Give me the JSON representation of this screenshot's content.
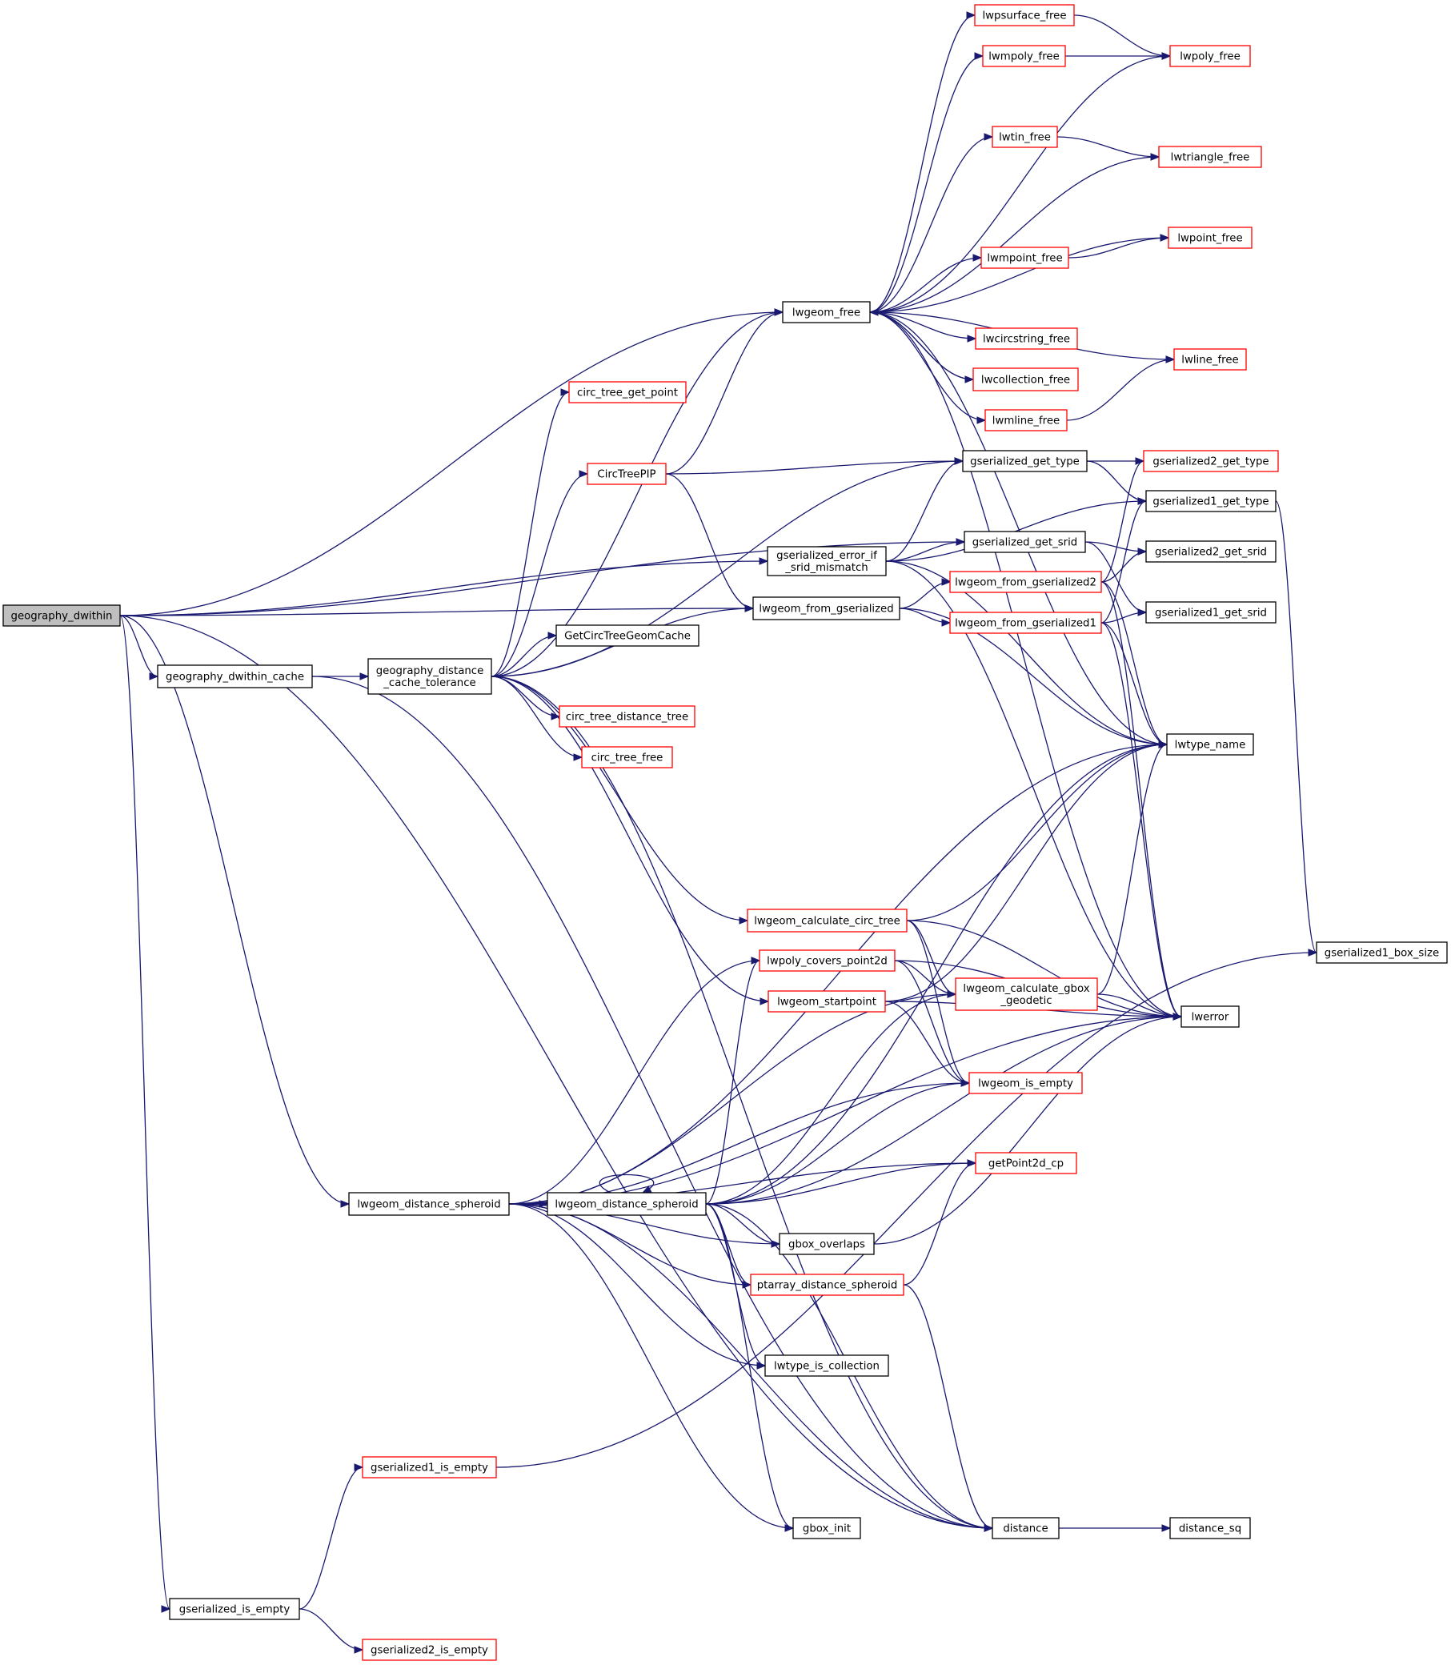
{
  "colors": {
    "edge": "#191970",
    "border_default": "#000000",
    "border_red": "#ff0000",
    "fill_default": "#ffffff",
    "fill_root": "#bfbfbf",
    "text": "#000000"
  },
  "nodes": [
    {
      "id": "geography_dwithin",
      "lines": [
        "geography_dwithin"
      ],
      "style": "root"
    },
    {
      "id": "geography_dwithin_cache",
      "lines": [
        "geography_dwithin_cache"
      ],
      "style": "black"
    },
    {
      "id": "geography_distance_cache_tolerance",
      "lines": [
        "geography_distance",
        "_cache_tolerance"
      ],
      "style": "black"
    },
    {
      "id": "lwgeom_distance_spheroid_1",
      "lines": [
        "lwgeom_distance_spheroid"
      ],
      "style": "black"
    },
    {
      "id": "gserialized_is_empty",
      "lines": [
        "gserialized_is_empty"
      ],
      "style": "black"
    },
    {
      "id": "gserialized1_is_empty",
      "lines": [
        "gserialized1_is_empty"
      ],
      "style": "red"
    },
    {
      "id": "gserialized2_is_empty",
      "lines": [
        "gserialized2_is_empty"
      ],
      "style": "red"
    },
    {
      "id": "circ_tree_get_point",
      "lines": [
        "circ_tree_get_point"
      ],
      "style": "red"
    },
    {
      "id": "CircTreePIP",
      "lines": [
        "CircTreePIP"
      ],
      "style": "red"
    },
    {
      "id": "GetCircTreeGeomCache",
      "lines": [
        "GetCircTreeGeomCache"
      ],
      "style": "black"
    },
    {
      "id": "circ_tree_distance_tree",
      "lines": [
        "circ_tree_distance_tree"
      ],
      "style": "red"
    },
    {
      "id": "circ_tree_free",
      "lines": [
        "circ_tree_free"
      ],
      "style": "red"
    },
    {
      "id": "lwgeom_distance_spheroid_2",
      "lines": [
        "lwgeom_distance_spheroid"
      ],
      "style": "black"
    },
    {
      "id": "lwgeom_free",
      "lines": [
        "lwgeom_free"
      ],
      "style": "black"
    },
    {
      "id": "gserialized_error_if_srid_mismatch",
      "lines": [
        "gserialized_error_if",
        "_srid_mismatch"
      ],
      "style": "black"
    },
    {
      "id": "lwgeom_from_gserialized",
      "lines": [
        "lwgeom_from_gserialized"
      ],
      "style": "black"
    },
    {
      "id": "lwgeom_calculate_circ_tree",
      "lines": [
        "lwgeom_calculate_circ_tree"
      ],
      "style": "red"
    },
    {
      "id": "lwpoly_covers_point2d",
      "lines": [
        "lwpoly_covers_point2d"
      ],
      "style": "red"
    },
    {
      "id": "lwgeom_startpoint",
      "lines": [
        "lwgeom_startpoint"
      ],
      "style": "red"
    },
    {
      "id": "gbox_overlaps",
      "lines": [
        "gbox_overlaps"
      ],
      "style": "black"
    },
    {
      "id": "ptarray_distance_spheroid",
      "lines": [
        "ptarray_distance_spheroid"
      ],
      "style": "red"
    },
    {
      "id": "lwtype_is_collection",
      "lines": [
        "lwtype_is_collection"
      ],
      "style": "black"
    },
    {
      "id": "gbox_init",
      "lines": [
        "gbox_init"
      ],
      "style": "black"
    },
    {
      "id": "lwpsurface_free",
      "lines": [
        "lwpsurface_free"
      ],
      "style": "red"
    },
    {
      "id": "lwmpoly_free",
      "lines": [
        "lwmpoly_free"
      ],
      "style": "red"
    },
    {
      "id": "lwtin_free",
      "lines": [
        "lwtin_free"
      ],
      "style": "red"
    },
    {
      "id": "lwmpoint_free",
      "lines": [
        "lwmpoint_free"
      ],
      "style": "red"
    },
    {
      "id": "lwcircstring_free",
      "lines": [
        "lwcircstring_free"
      ],
      "style": "red"
    },
    {
      "id": "lwcollection_free",
      "lines": [
        "lwcollection_free"
      ],
      "style": "red"
    },
    {
      "id": "lwmline_free",
      "lines": [
        "lwmline_free"
      ],
      "style": "red"
    },
    {
      "id": "gserialized_get_type",
      "lines": [
        "gserialized_get_type"
      ],
      "style": "black"
    },
    {
      "id": "gserialized_get_srid",
      "lines": [
        "gserialized_get_srid"
      ],
      "style": "black"
    },
    {
      "id": "lwgeom_from_gserialized2",
      "lines": [
        "lwgeom_from_gserialized2"
      ],
      "style": "red"
    },
    {
      "id": "lwgeom_from_gserialized1",
      "lines": [
        "lwgeom_from_gserialized1"
      ],
      "style": "red"
    },
    {
      "id": "lwgeom_calculate_gbox_geodetic",
      "lines": [
        "lwgeom_calculate_gbox",
        "_geodetic"
      ],
      "style": "red"
    },
    {
      "id": "lwgeom_is_empty",
      "lines": [
        "lwgeom_is_empty"
      ],
      "style": "red"
    },
    {
      "id": "getPoint2d_cp",
      "lines": [
        "getPoint2d_cp"
      ],
      "style": "red"
    },
    {
      "id": "distance",
      "lines": [
        "distance"
      ],
      "style": "black"
    },
    {
      "id": "lwpoly_free",
      "lines": [
        "lwpoly_free"
      ],
      "style": "red"
    },
    {
      "id": "lwtriangle_free",
      "lines": [
        "lwtriangle_free"
      ],
      "style": "red"
    },
    {
      "id": "lwpoint_free",
      "lines": [
        "lwpoint_free"
      ],
      "style": "red"
    },
    {
      "id": "lwline_free",
      "lines": [
        "lwline_free"
      ],
      "style": "red"
    },
    {
      "id": "gserialized2_get_type",
      "lines": [
        "gserialized2_get_type"
      ],
      "style": "red"
    },
    {
      "id": "gserialized1_get_type",
      "lines": [
        "gserialized1_get_type"
      ],
      "style": "black"
    },
    {
      "id": "gserialized2_get_srid",
      "lines": [
        "gserialized2_get_srid"
      ],
      "style": "black"
    },
    {
      "id": "gserialized1_get_srid",
      "lines": [
        "gserialized1_get_srid"
      ],
      "style": "black"
    },
    {
      "id": "lwtype_name",
      "lines": [
        "lwtype_name"
      ],
      "style": "black"
    },
    {
      "id": "lwerror",
      "lines": [
        "lwerror"
      ],
      "style": "black"
    },
    {
      "id": "distance_sq",
      "lines": [
        "distance_sq"
      ],
      "style": "black"
    },
    {
      "id": "gserialized1_box_size",
      "lines": [
        "gserialized1_box_size"
      ],
      "style": "black"
    }
  ],
  "edges": [
    [
      "geography_dwithin",
      "lwgeom_free"
    ],
    [
      "geography_dwithin",
      "gserialized_get_srid"
    ],
    [
      "geography_dwithin",
      "gserialized_error_if_srid_mismatch"
    ],
    [
      "geography_dwithin",
      "lwgeom_from_gserialized"
    ],
    [
      "geography_dwithin",
      "geography_dwithin_cache"
    ],
    [
      "geography_dwithin",
      "lwgeom_distance_spheroid_1"
    ],
    [
      "geography_dwithin",
      "gserialized_is_empty"
    ],
    [
      "geography_dwithin",
      "distance"
    ],
    [
      "geography_dwithin_cache",
      "geography_distance_cache_tolerance"
    ],
    [
      "geography_dwithin_cache",
      "distance"
    ],
    [
      "geography_distance_cache_tolerance",
      "lwgeom_free"
    ],
    [
      "geography_distance_cache_tolerance",
      "circ_tree_get_point"
    ],
    [
      "geography_distance_cache_tolerance",
      "gserialized_get_type"
    ],
    [
      "geography_distance_cache_tolerance",
      "CircTreePIP"
    ],
    [
      "geography_distance_cache_tolerance",
      "GetCircTreeGeomCache"
    ],
    [
      "geography_distance_cache_tolerance",
      "lwgeom_from_gserialized"
    ],
    [
      "geography_distance_cache_tolerance",
      "circ_tree_distance_tree"
    ],
    [
      "geography_distance_cache_tolerance",
      "circ_tree_free"
    ],
    [
      "geography_distance_cache_tolerance",
      "lwgeom_calculate_circ_tree"
    ],
    [
      "geography_distance_cache_tolerance",
      "lwgeom_startpoint"
    ],
    [
      "geography_distance_cache_tolerance",
      "distance"
    ],
    [
      "CircTreePIP",
      "lwgeom_free"
    ],
    [
      "CircTreePIP",
      "gserialized_get_type"
    ],
    [
      "CircTreePIP",
      "lwgeom_from_gserialized"
    ],
    [
      "gserialized_error_if_srid_mismatch",
      "gserialized_get_type"
    ],
    [
      "gserialized_error_if_srid_mismatch",
      "gserialized1_get_type"
    ],
    [
      "gserialized_error_if_srid_mismatch",
      "gserialized_get_srid"
    ],
    [
      "gserialized_error_if_srid_mismatch",
      "lwtype_name"
    ],
    [
      "gserialized_error_if_srid_mismatch",
      "lwerror"
    ],
    [
      "lwgeom_from_gserialized",
      "lwgeom_from_gserialized2"
    ],
    [
      "lwgeom_from_gserialized",
      "lwgeom_from_gserialized1"
    ],
    [
      "lwgeom_from_gserialized",
      "lwtype_name"
    ],
    [
      "lwgeom_free",
      "lwpsurface_free"
    ],
    [
      "lwgeom_free",
      "lwmpoly_free"
    ],
    [
      "lwgeom_free",
      "lwpoly_free"
    ],
    [
      "lwgeom_free",
      "lwtin_free"
    ],
    [
      "lwgeom_free",
      "lwtriangle_free"
    ],
    [
      "lwgeom_free",
      "lwpoint_free"
    ],
    [
      "lwgeom_free",
      "lwmpoint_free"
    ],
    [
      "lwgeom_free",
      "lwcircstring_free"
    ],
    [
      "lwgeom_free",
      "lwcollection_free"
    ],
    [
      "lwgeom_free",
      "lwmline_free"
    ],
    [
      "lwgeom_free",
      "lwline_free"
    ],
    [
      "lwgeom_free",
      "lwtype_name"
    ],
    [
      "lwgeom_free",
      "lwerror"
    ],
    [
      "lwcollection_free",
      "lwgeom_free"
    ],
    [
      "lwpsurface_free",
      "lwpoly_free"
    ],
    [
      "lwmpoly_free",
      "lwpoly_free"
    ],
    [
      "lwtin_free",
      "lwtriangle_free"
    ],
    [
      "lwmpoint_free",
      "lwpoint_free"
    ],
    [
      "lwmline_free",
      "lwline_free"
    ],
    [
      "gserialized_get_type",
      "gserialized2_get_type"
    ],
    [
      "gserialized_get_type",
      "gserialized1_get_type"
    ],
    [
      "gserialized_get_srid",
      "gserialized2_get_srid"
    ],
    [
      "gserialized_get_srid",
      "gserialized1_get_srid"
    ],
    [
      "lwgeom_from_gserialized2",
      "gserialized2_get_type"
    ],
    [
      "lwgeom_from_gserialized2",
      "gserialized2_get_srid"
    ],
    [
      "lwgeom_from_gserialized2",
      "lwtype_name"
    ],
    [
      "lwgeom_from_gserialized2",
      "lwerror"
    ],
    [
      "lwgeom_from_gserialized1",
      "gserialized1_get_type"
    ],
    [
      "lwgeom_from_gserialized1",
      "gserialized1_get_srid"
    ],
    [
      "lwgeom_from_gserialized1",
      "lwtype_name"
    ],
    [
      "lwgeom_from_gserialized1",
      "lwerror"
    ],
    [
      "gserialized1_get_type",
      "gserialized1_box_size"
    ],
    [
      "lwgeom_calculate_circ_tree",
      "lwtype_name"
    ],
    [
      "lwgeom_calculate_circ_tree",
      "lwgeom_calculate_gbox_geodetic"
    ],
    [
      "lwgeom_calculate_circ_tree",
      "lwgeom_is_empty"
    ],
    [
      "lwgeom_calculate_circ_tree",
      "lwerror"
    ],
    [
      "lwpoly_covers_point2d",
      "lwgeom_calculate_gbox_geodetic"
    ],
    [
      "lwpoly_covers_point2d",
      "lwerror"
    ],
    [
      "lwpoly_covers_point2d",
      "lwgeom_is_empty"
    ],
    [
      "lwgeom_startpoint",
      "lwtype_name"
    ],
    [
      "lwgeom_startpoint",
      "lwgeom_is_empty"
    ],
    [
      "lwgeom_startpoint",
      "lwerror"
    ],
    [
      "lwgeom_calculate_gbox_geodetic",
      "lwtype_name"
    ],
    [
      "lwgeom_calculate_gbox_geodetic",
      "lwerror"
    ],
    [
      "lwgeom_distance_spheroid_1",
      "lwtype_name"
    ],
    [
      "lwgeom_distance_spheroid_1",
      "lwgeom_calculate_gbox_geodetic"
    ],
    [
      "lwgeom_distance_spheroid_1",
      "lwpoly_covers_point2d"
    ],
    [
      "lwgeom_distance_spheroid_1",
      "lwgeom_is_empty"
    ],
    [
      "lwgeom_distance_spheroid_1",
      "getPoint2d_cp"
    ],
    [
      "lwgeom_distance_spheroid_1",
      "lwgeom_distance_spheroid_2"
    ],
    [
      "lwgeom_distance_spheroid_1",
      "gbox_overlaps"
    ],
    [
      "lwgeom_distance_spheroid_1",
      "ptarray_distance_spheroid"
    ],
    [
      "lwgeom_distance_spheroid_1",
      "lwerror"
    ],
    [
      "lwgeom_distance_spheroid_1",
      "lwtype_is_collection"
    ],
    [
      "lwgeom_distance_spheroid_1",
      "gbox_init"
    ],
    [
      "lwgeom_distance_spheroid_1",
      "distance"
    ],
    [
      "lwgeom_distance_spheroid_2",
      "lwgeom_distance_spheroid_2"
    ],
    [
      "lwgeom_distance_spheroid_2",
      "lwtype_name"
    ],
    [
      "lwgeom_distance_spheroid_2",
      "lwgeom_calculate_gbox_geodetic"
    ],
    [
      "lwgeom_distance_spheroid_2",
      "lwpoly_covers_point2d"
    ],
    [
      "lwgeom_distance_spheroid_2",
      "lwgeom_is_empty"
    ],
    [
      "lwgeom_distance_spheroid_2",
      "getPoint2d_cp"
    ],
    [
      "lwgeom_distance_spheroid_2",
      "lwerror"
    ],
    [
      "lwgeom_distance_spheroid_2",
      "gbox_overlaps"
    ],
    [
      "lwgeom_distance_spheroid_2",
      "ptarray_distance_spheroid"
    ],
    [
      "lwgeom_distance_spheroid_2",
      "lwtype_is_collection"
    ],
    [
      "lwgeom_distance_spheroid_2",
      "gbox_init"
    ],
    [
      "lwgeom_distance_spheroid_2",
      "distance"
    ],
    [
      "gbox_overlaps",
      "lwerror"
    ],
    [
      "ptarray_distance_spheroid",
      "getPoint2d_cp"
    ],
    [
      "ptarray_distance_spheroid",
      "distance"
    ],
    [
      "distance",
      "distance_sq"
    ],
    [
      "gserialized_is_empty",
      "gserialized1_is_empty"
    ],
    [
      "gserialized_is_empty",
      "gserialized2_is_empty"
    ],
    [
      "gserialized1_is_empty",
      "gserialized1_box_size"
    ]
  ]
}
